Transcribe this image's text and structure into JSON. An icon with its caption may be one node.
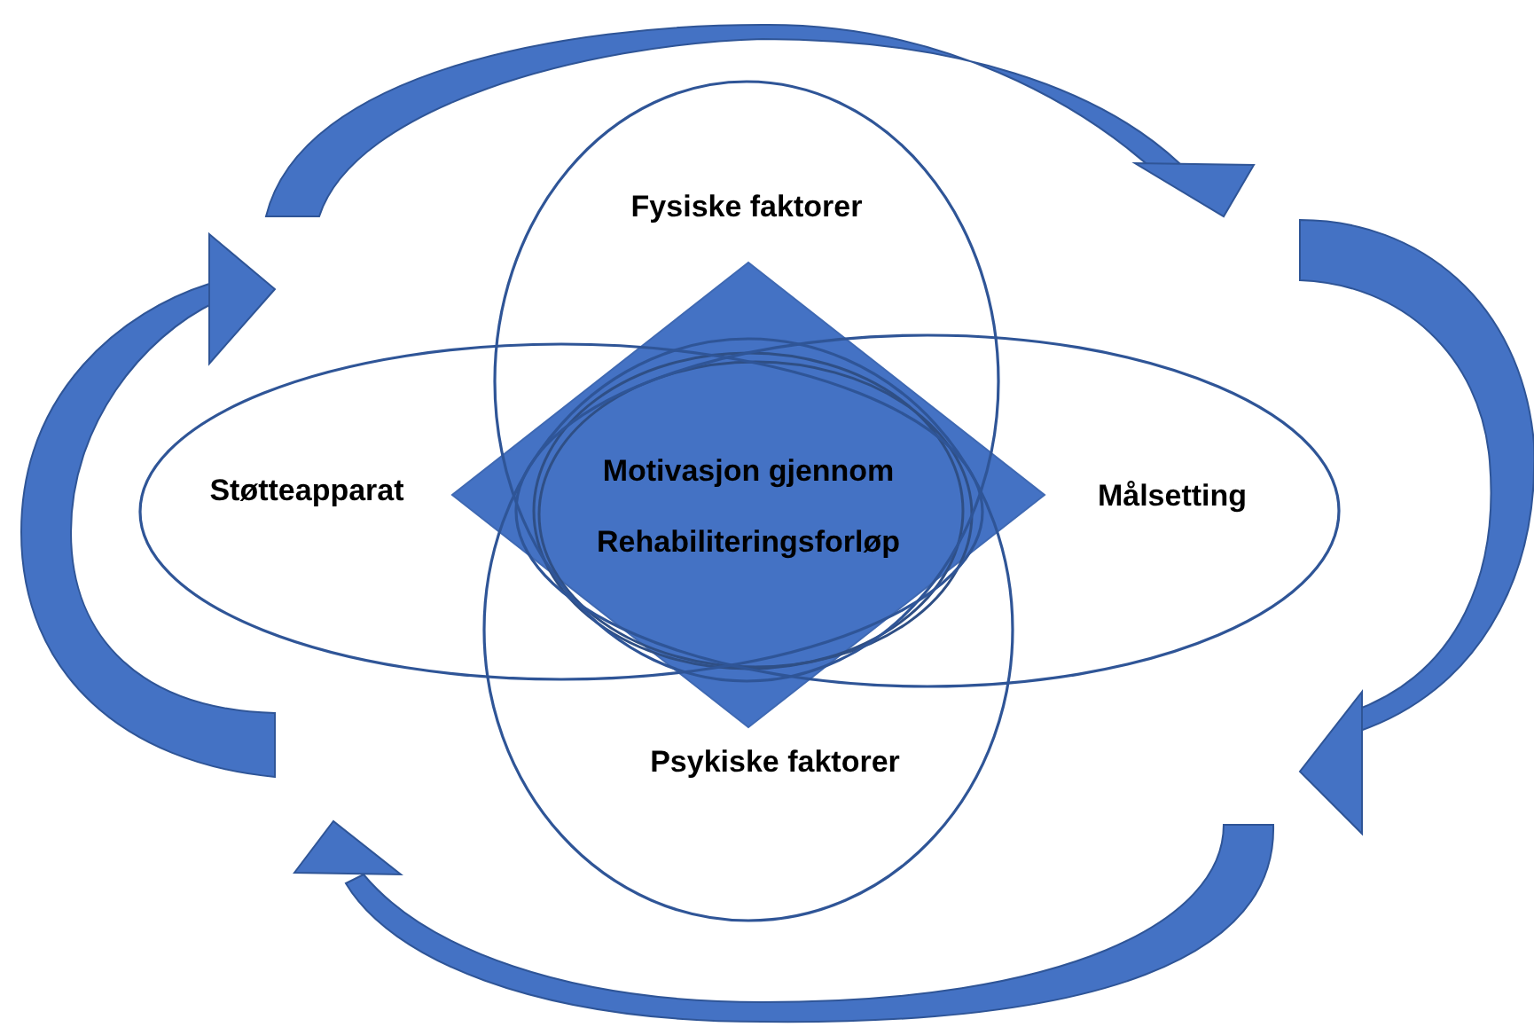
{
  "diagram": {
    "nodes": [
      {
        "text": [
          "Fysiske faktorer"
        ]
      },
      {
        "text": [
          "Støtteapparat"
        ]
      },
      {
        "text": [
          "Motivasjon gjennom Rehabiliteringsforløp"
        ]
      },
      {
        "text": [
          "Målsetting"
        ]
      },
      {
        "text": [
          "Psykiske faktorer"
        ]
      }
    ]
  }
}
